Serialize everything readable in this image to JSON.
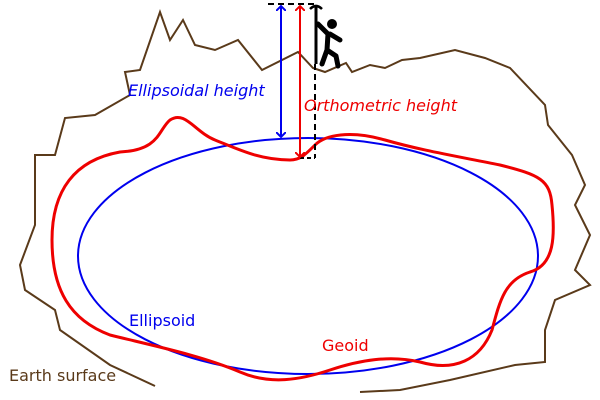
{
  "labels": {
    "ellipsoidal_height": "Ellipsoidal height",
    "orthometric_height": "Orthometric height",
    "ellipsoid": "Ellipsoid",
    "geoid": "Geoid",
    "earth_surface": "Earth surface"
  },
  "colors": {
    "ellipsoid": "#0000ee",
    "geoid": "#ee0000",
    "earth_surface": "#5a3a1a",
    "surveyor": "#000000"
  },
  "icons": [
    "surveyor-with-pole-icon"
  ]
}
